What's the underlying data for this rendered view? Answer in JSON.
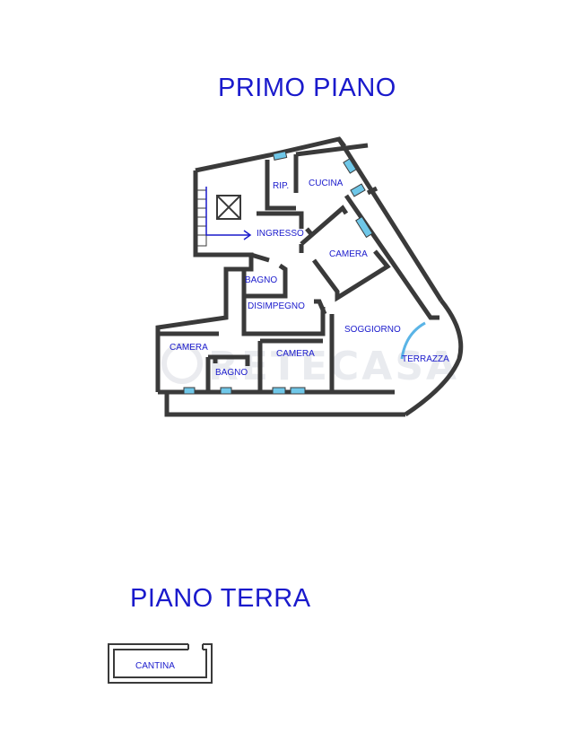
{
  "titles": {
    "upper_floor": "PRIMO PIANO",
    "ground_floor": "PIANO TERRA"
  },
  "rooms": {
    "rip": "RIP.",
    "cucina": "CUCINA",
    "ingresso": "INGRESSO",
    "camera_center": "CAMERA",
    "bagno_center": "BAGNO",
    "disimpegno": "DISIMPEGNO",
    "soggiorno": "SOGGIORNO",
    "camera_left": "CAMERA",
    "camera_bottom": "CAMERA",
    "bagno_left": "BAGNO",
    "terrazza": "TERRAZZA",
    "cantina": "CANTINA"
  },
  "watermark": "RETECASA",
  "colors": {
    "wall": "#3a3a3a",
    "window": "#6fc7e8",
    "label": "#1a1acc",
    "watermark": "#d8dbe2",
    "arc": "#5ab4e6"
  }
}
